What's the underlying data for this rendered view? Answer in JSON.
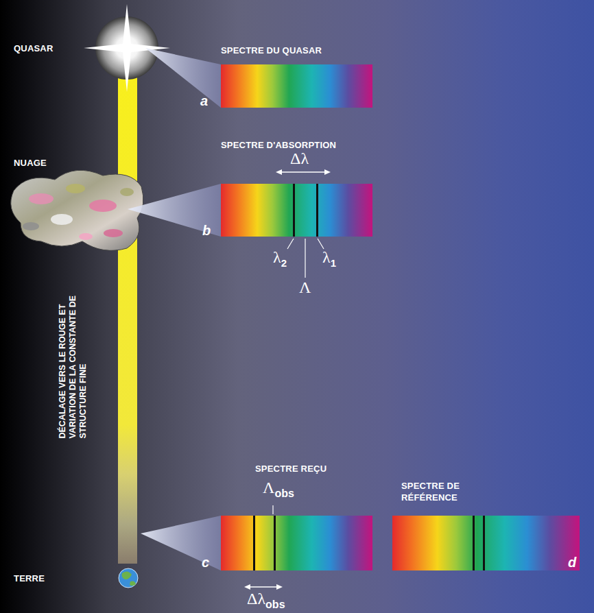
{
  "diagram": {
    "labels": [
      "QUASAR",
      "SPECTRE DU QUASAR",
      "a",
      "SPECTRE D'ABSORPTION",
      "Δλ",
      "NUAGE",
      "b",
      "λ2",
      "λ1",
      "Λ",
      "DÉCALAGE VERS LE ROUGE ET VARIATION DE LA CONSTANTE DE STRUCTURE FINE",
      "SPECTRE REÇU",
      "Λobs",
      "c",
      "Δλobs",
      "SPECTRE DE RÉFÉRENCE",
      "d",
      "TERRE"
    ]
  }
}
